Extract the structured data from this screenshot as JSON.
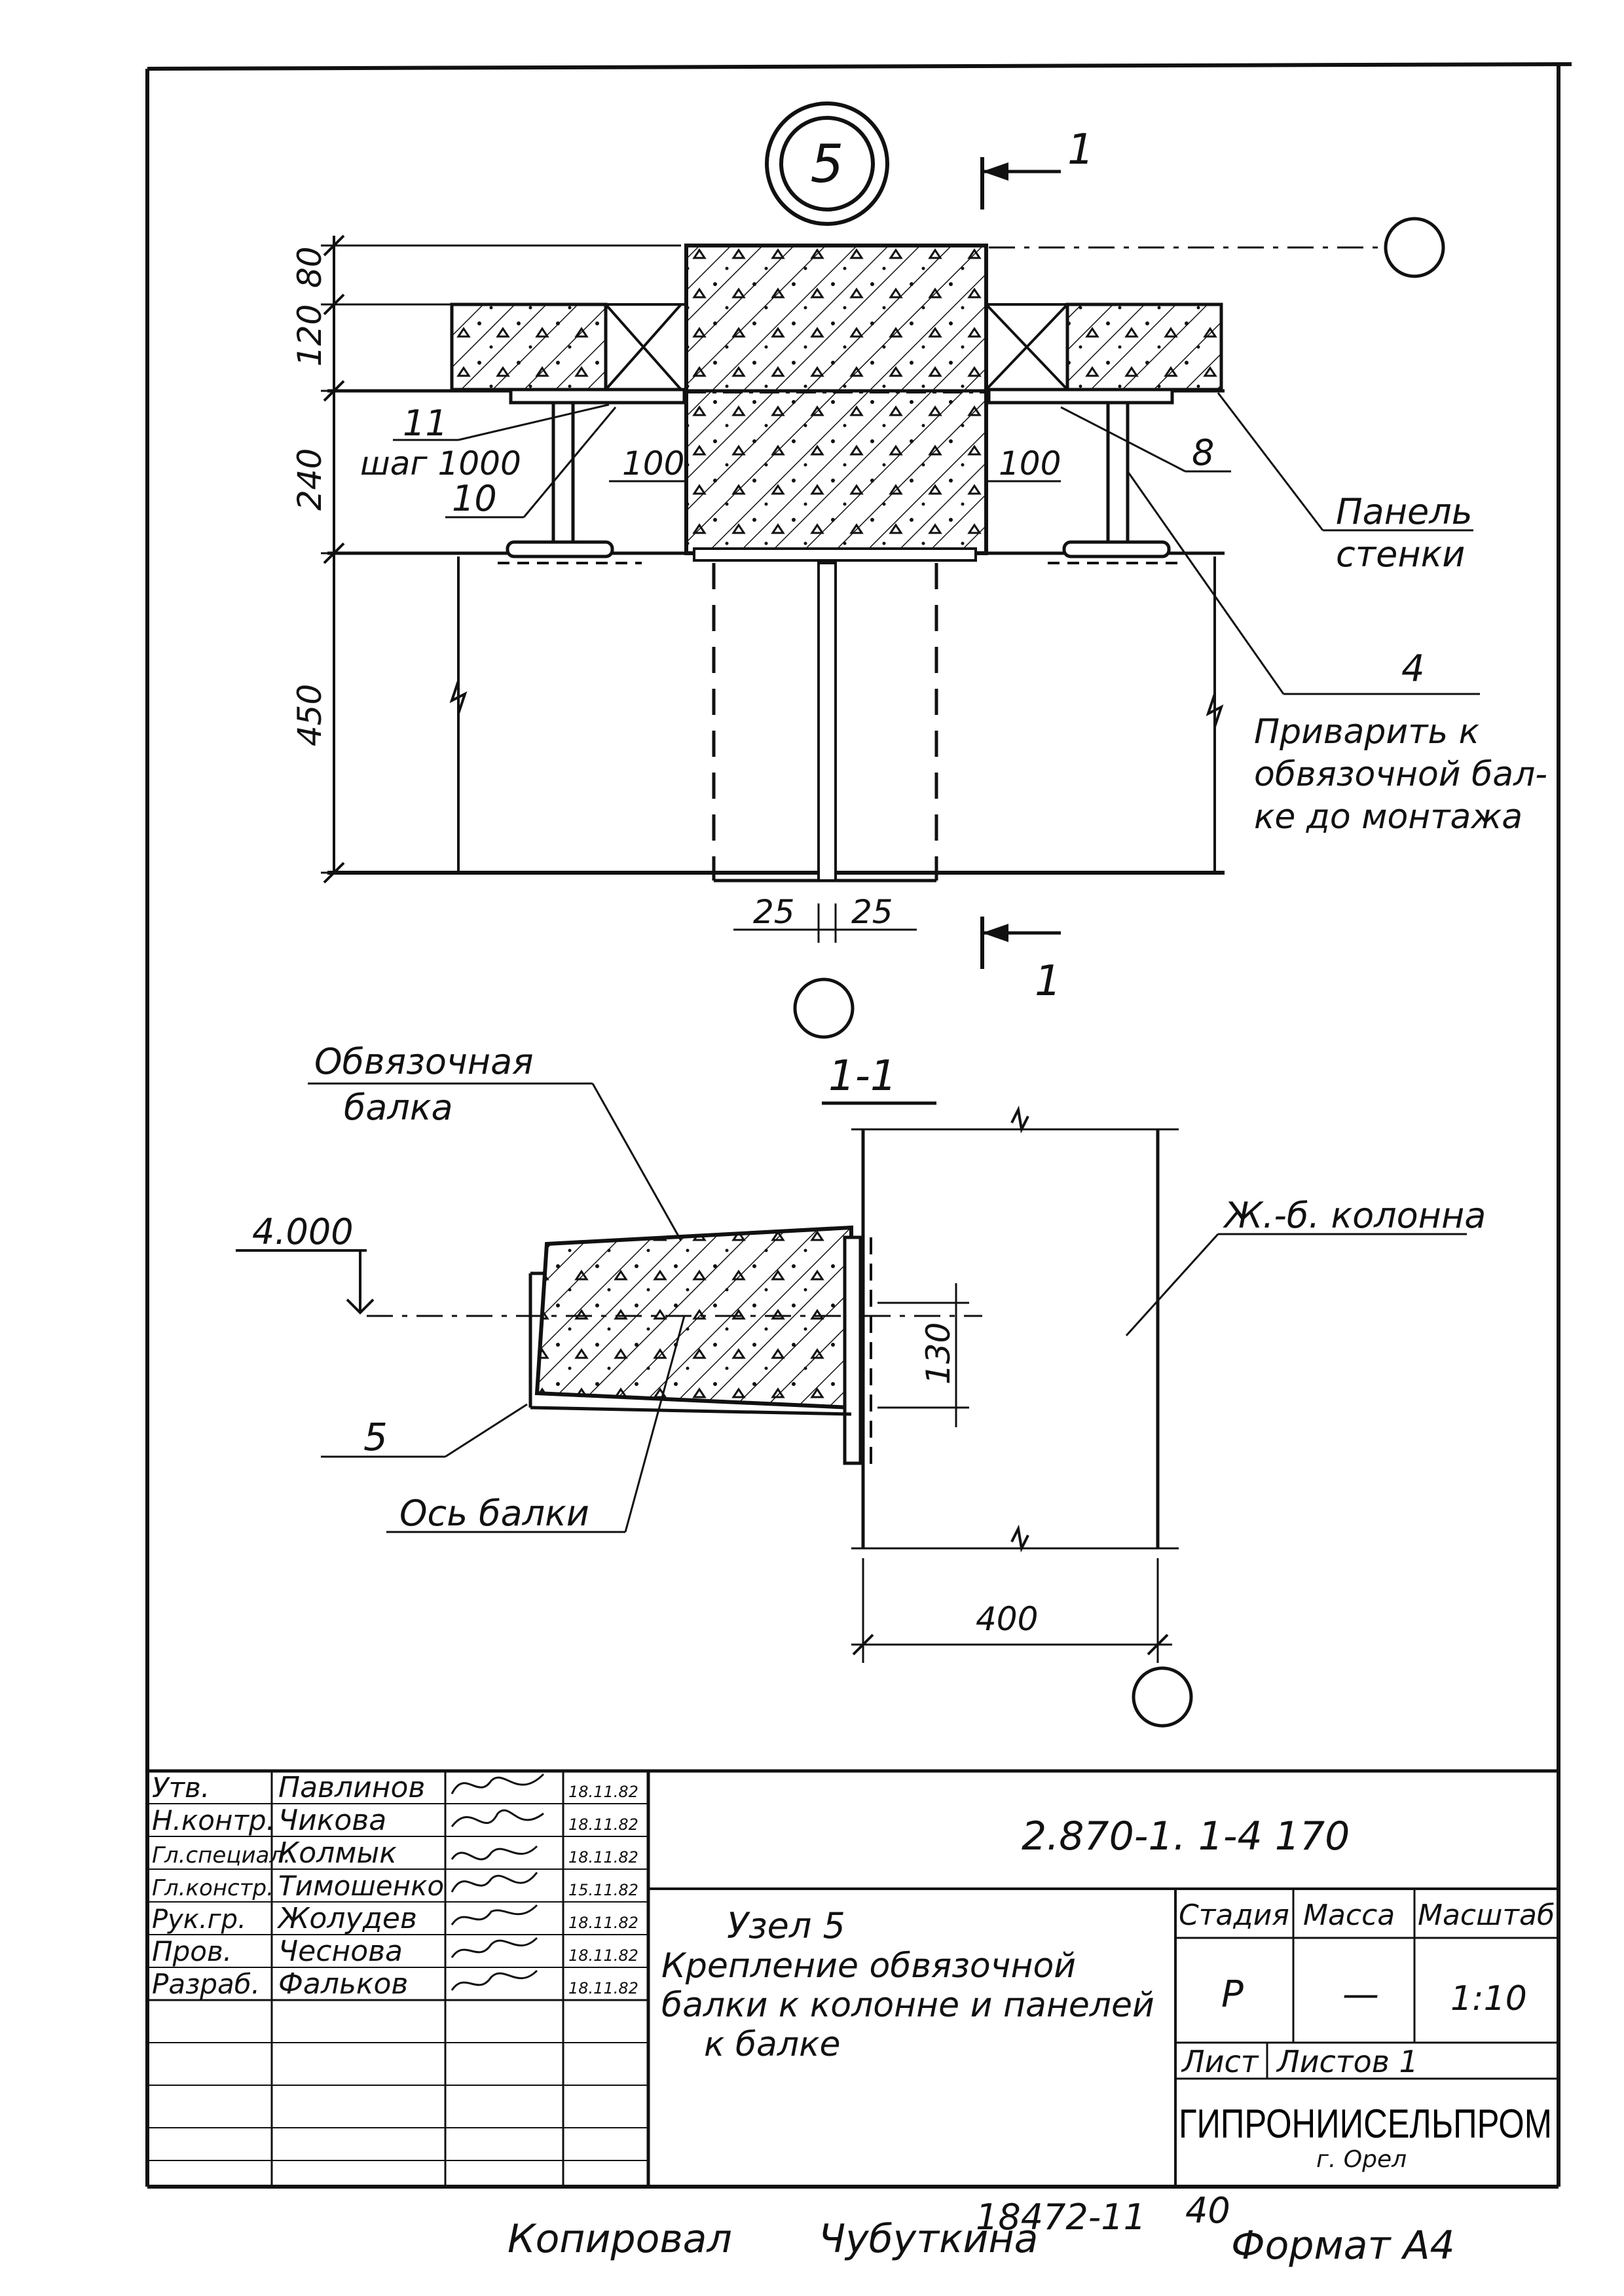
{
  "node_marker": "5",
  "section_marks": {
    "top": "1",
    "bottom": "1"
  },
  "plan_dims": {
    "d80": "80",
    "d120": "120",
    "d240": "240",
    "d450": "450",
    "left_gap": "100",
    "right_gap": "100",
    "left_web": "25",
    "right_web": "25"
  },
  "plan_labels": {
    "pos11": "11",
    "shag": "шаг 1000",
    "pos10": "10",
    "pos8": "8",
    "panel_line1": "Панель",
    "panel_line2": "стенки",
    "pos4": "4",
    "weld_line1": "Приварить к",
    "weld_line2": "обвязочной бал-",
    "weld_line3": "ке до монтажа"
  },
  "section": {
    "title": "1-1",
    "beam_line1": "Обвязочная",
    "beam_line2": "балка",
    "elevation": "4.000",
    "column": "Ж.-б. колонна",
    "dim130": "130",
    "pos5": "5",
    "axis": "Ось балки",
    "dim400": "400"
  },
  "title_block": {
    "signatures": [
      {
        "role": "Утв.",
        "name": "Павлинов",
        "date": "18.11.82"
      },
      {
        "role": "Н.контр.",
        "name": "Чикова",
        "date": "18.11.82"
      },
      {
        "role": "Гл.специал.",
        "name": "Колмык",
        "date": "18.11.82"
      },
      {
        "role": "Гл.констр.",
        "name": "Тимошенко",
        "date": "15.11.82"
      },
      {
        "role": "Рук.гр.",
        "name": "Жолудев",
        "date": "18.11.82"
      },
      {
        "role": "Пров.",
        "name": "Чеснова",
        "date": "18.11.82"
      },
      {
        "role": "Разраб.",
        "name": "Фальков",
        "date": "18.11.82"
      }
    ],
    "doc_code": "2.870-1. 1-4 170",
    "title_line1": "Узел 5",
    "title_line2": "Крепление обвязочной",
    "title_line3": "балки к колонне и панелей",
    "title_line4": "к балке",
    "stage_label": "Стадия",
    "mass_label": "Масса",
    "scale_label": "Масштаб",
    "stage": "Р",
    "mass": "—",
    "scale": "1:10",
    "sheet_label": "Лист",
    "sheets_label": "Листов 1",
    "org": "ГИПРОНИИСЕЛЬПРОМ",
    "city": "г. Орел"
  },
  "footer": {
    "copied": "Копировал",
    "copier": "Чубуткина",
    "archive": "18472-11",
    "page": "40",
    "format": "Формат А4"
  }
}
